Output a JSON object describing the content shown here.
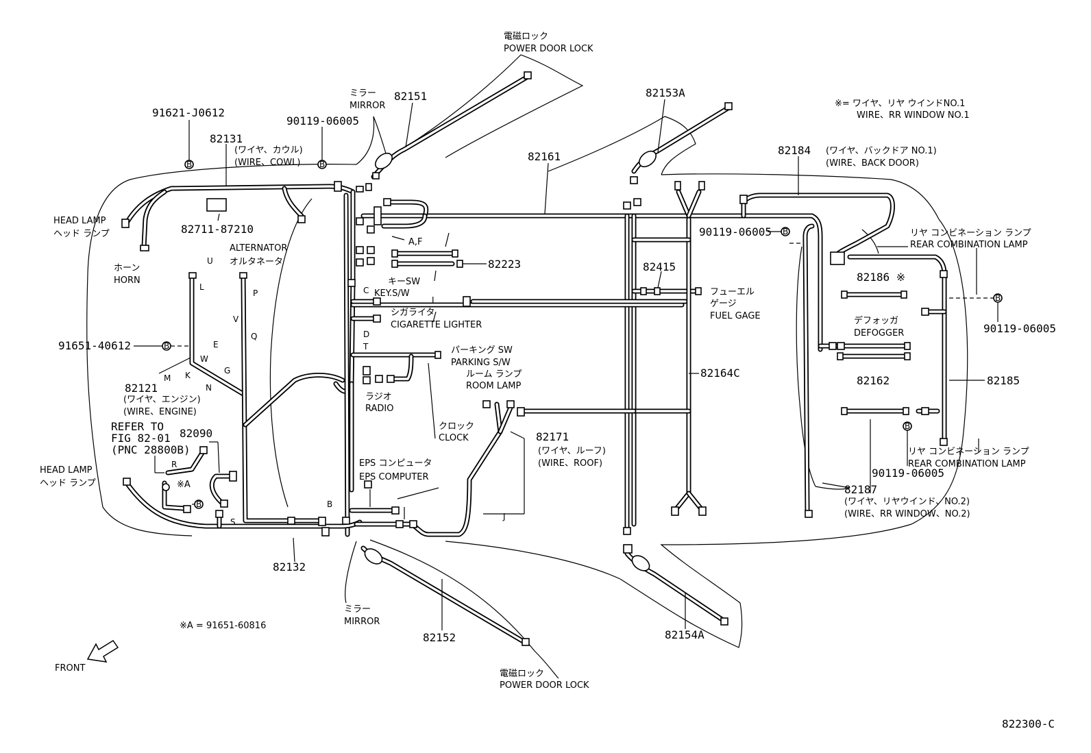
{
  "labels": {
    "power_door_lock_top_jp": "電磁ロック",
    "power_door_lock_top_en": "POWER DOOR  LOCK",
    "power_door_lock_bot_jp": "電磁ロック",
    "power_door_lock_bot_en": "POWER DOOR  LOCK",
    "mirror_top_jp": "ミラー",
    "mirror_top_en": "MIRROR",
    "mirror_bot_jp": "ミラー",
    "mirror_bot_en": "MIRROR",
    "pn_82151": "82151",
    "pn_82152": "82152",
    "pn_82153a": "82153A",
    "pn_82154a": "82154A",
    "pn_91621": "91621-J0612",
    "pn_90119_top": "90119-06005",
    "pn_82131": "82131",
    "wire_cowl_jp": "(ワイヤ、カウル)",
    "wire_cowl_en": "(WIRE、COWL)",
    "pn_82161": "82161",
    "rr_window_note_jp": "※= ワイヤ、リヤ ウインドNO.1",
    "rr_window_note_en": "WIRE、RR WINDOW NO.1",
    "pn_82184": "82184",
    "wire_back_door_jp": "(ワイヤ、バックドア NO.1)",
    "wire_back_door_en": "(WIRE、BACK DOOR)",
    "head_lamp_top_en": "HEAD LAMP",
    "head_lamp_top_jp": "ヘッド ランプ",
    "pn_82711": "82711-87210",
    "alternator_en": "ALTERNATOR",
    "alternator_jp": "オルタネータ",
    "horn_jp": "ホーン",
    "horn_en": "HORN",
    "pn_90119_mid": "90119-06005",
    "rear_combo_top_jp": "リヤ コンビネーション ランプ",
    "rear_combo_top_en": "REAR COMBINATION LAMP",
    "pn_82223": "82223",
    "af": "A,F",
    "key_sw_jp": "キーSW",
    "key_sw_en": "KEY.S/W",
    "pn_82415": "82415",
    "fuel_gage_jp1": "フューエル",
    "fuel_gage_jp2": "ゲージ",
    "fuel_gage_en": "FUEL GAGE",
    "pn_82186": "82186 ※",
    "cig_jp": "シガライタ",
    "cig_en": "CIGARETTE LIGHTER",
    "defogger_jp": "デフォッガ",
    "defogger_en": "DEFOGGER",
    "pn_90119_right": "90119-06005",
    "pn_91651": "91651-40612",
    "parking_sw_jp": "パーキング SW",
    "parking_sw_en": "PARKING S/W",
    "room_lamp_jp": "ルーム ランプ",
    "room_lamp_en": "ROOM LAMP",
    "pn_82164c": "82164C",
    "pn_82162": "82162",
    "pn_82185": "82185",
    "pn_82121": "82121",
    "wire_engine_jp": "(ワイヤ、エンジン)",
    "wire_engine_en": "(WIRE、ENGINE)",
    "radio_jp": "ラジオ",
    "radio_en": "RADIO",
    "refer_1": "REFER TO",
    "refer_2": "FIG 82-01",
    "refer_3": "(PNC 28800B)",
    "pn_82090": "82090",
    "clock_jp": "クロック",
    "clock_en": "CLOCK",
    "pn_82171": "82171",
    "wire_roof_jp": "(ワイヤ、ルーフ)",
    "wire_roof_en": "(WIRE、ROOF)",
    "rear_combo_bot_jp": "リヤ コンビネーション ランプ",
    "rear_combo_bot_en": "REAR COMBINATION LAMP",
    "head_lamp_bot_en": "HEAD LAMP",
    "head_lamp_bot_jp": "ヘッド ランプ",
    "eps_jp": "EPS コンピュータ",
    "eps_en": "EPS COMPUTER",
    "pn_90119_bot": "90119-06005",
    "pn_82187": "82187",
    "wire_rr2_jp": "(ワイヤ、リヤウインド、NO.2)",
    "wire_rr2_en": "(WIRE、RR WINDOW、NO.2)",
    "pn_82132": "82132",
    "note_a": "※A = 91651-60816",
    "note_a_small": "※A",
    "front": "FRONT",
    "fig_code": "822300-C",
    "bolt_b": "B",
    "letters": {
      "U": "U",
      "L": "L",
      "P": "P",
      "V": "V",
      "Q": "Q",
      "E": "E",
      "W": "W",
      "G": "G",
      "K": "K",
      "M": "M",
      "N": "N",
      "C": "C",
      "D": "D",
      "T": "T",
      "B": "B",
      "S": "S",
      "R": "R",
      "J": "J",
      "I": "I"
    }
  }
}
